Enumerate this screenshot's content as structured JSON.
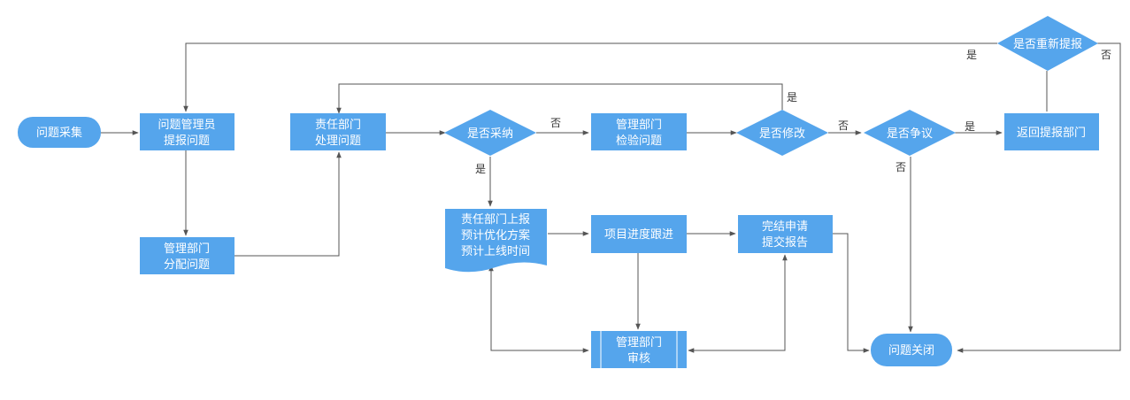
{
  "colors": {
    "node_fill": "#55a5ec",
    "line": "#555555",
    "text": "#ffffff",
    "label": "#333333"
  },
  "nodes": {
    "collect": {
      "label": "问题采集"
    },
    "admin_report": {
      "lines": [
        "问题管理员",
        "提报问题"
      ]
    },
    "dept_assign": {
      "lines": [
        "管理部门",
        "分配问题"
      ]
    },
    "resp_handle": {
      "lines": [
        "责任部门",
        "处理问题"
      ]
    },
    "adopt": {
      "label": "是否采纳"
    },
    "resp_report": {
      "lines": [
        "责任部门上报",
        "预计优化方案",
        "预计上线时间"
      ]
    },
    "mgmt_verify": {
      "lines": [
        "管理部门",
        "检验问题"
      ]
    },
    "modify": {
      "label": "是否修改"
    },
    "progress": {
      "label": "项目进度跟进"
    },
    "mgmt_review": {
      "lines": [
        "管理部门",
        "审核"
      ]
    },
    "complete_apply": {
      "lines": [
        "完结申请",
        "提交报告"
      ]
    },
    "dispute": {
      "label": "是否争议"
    },
    "return_dept": {
      "label": "返回提报部门"
    },
    "resubmit": {
      "label": "是否重新提报"
    },
    "close": {
      "label": "问题关闭"
    }
  },
  "edge_labels": {
    "adopt_no": "否",
    "adopt_yes": "是",
    "modify_yes": "是",
    "modify_no": "否",
    "dispute_yes": "是",
    "dispute_no": "否",
    "resubmit_yes": "是",
    "resubmit_no": "否"
  }
}
